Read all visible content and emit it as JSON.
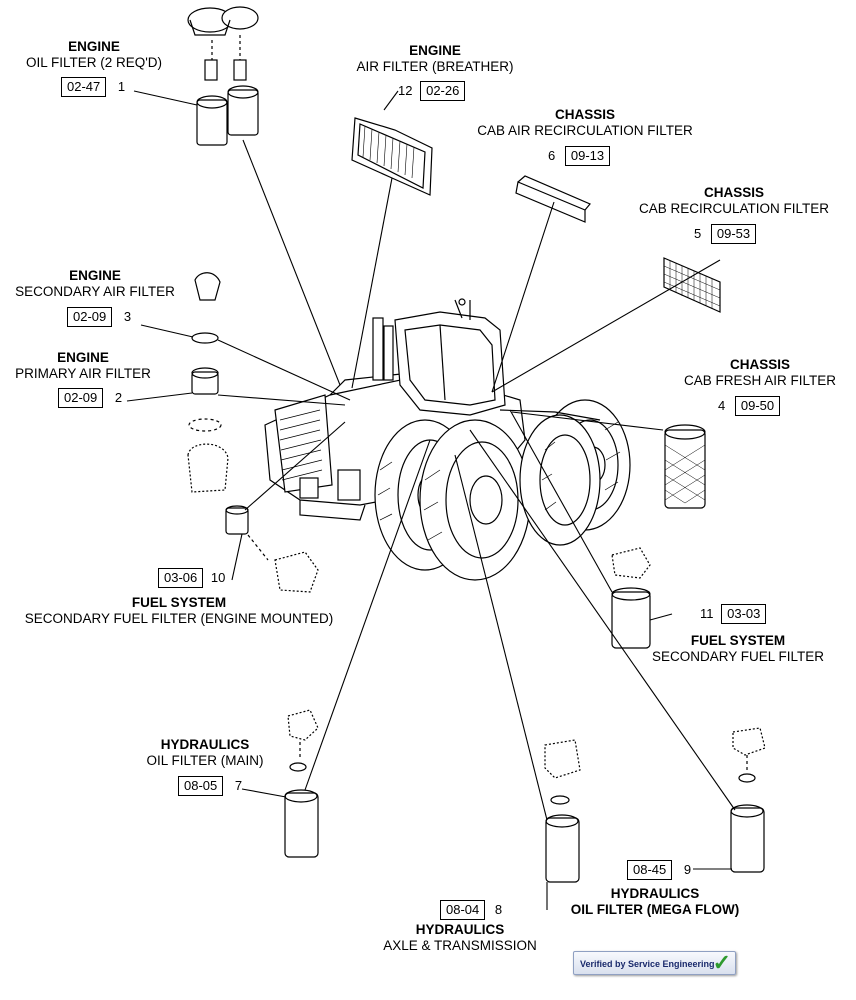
{
  "labels": {
    "oil_filter": {
      "system": "ENGINE",
      "name": "OIL FILTER (2 REQ'D)",
      "ref": "02-47",
      "num": "1"
    },
    "air_breather": {
      "system": "ENGINE",
      "name": "AIR FILTER (BREATHER)",
      "ref": "02-26",
      "num": "12"
    },
    "cab_air_recirc": {
      "system": "CHASSIS",
      "name": "CAB AIR RECIRCULATION FILTER",
      "ref": "09-13",
      "num": "6"
    },
    "cab_recirc": {
      "system": "CHASSIS",
      "name": "CAB RECIRCULATION FILTER",
      "ref": "09-53",
      "num": "5"
    },
    "secondary_air": {
      "system": "ENGINE",
      "name": "SECONDARY AIR FILTER",
      "ref": "02-09",
      "num": "3"
    },
    "primary_air": {
      "system": "ENGINE",
      "name": "PRIMARY AIR FILTER",
      "ref": "02-09",
      "num": "2"
    },
    "cab_fresh_air": {
      "system": "CHASSIS",
      "name": "CAB FRESH AIR FILTER",
      "ref": "09-50",
      "num": "4"
    },
    "fuel_engine": {
      "system": "FUEL SYSTEM",
      "name": "SECONDARY FUEL FILTER (ENGINE MOUNTED)",
      "ref": "03-06",
      "num": "10"
    },
    "fuel_secondary": {
      "system": "FUEL SYSTEM",
      "name": "SECONDARY FUEL FILTER",
      "ref": "03-03",
      "num": "11"
    },
    "hyd_main": {
      "system": "HYDRAULICS",
      "name": "OIL FILTER (MAIN)",
      "ref": "08-05",
      "num": "7"
    },
    "hyd_axle": {
      "system": "HYDRAULICS",
      "name": "AXLE & TRANSMISSION",
      "ref": "08-04",
      "num": "8"
    },
    "hyd_mega": {
      "system": "HYDRAULICS",
      "name": "OIL FILTER (MEGA FLOW)",
      "ref": "08-45",
      "num": "9"
    }
  },
  "badge": {
    "text": "Verified by Service Engineering",
    "check_icon": "checkmark-icon"
  },
  "colors": {
    "badge_text": "#1a2a6c",
    "check": "#2e9a2e"
  }
}
